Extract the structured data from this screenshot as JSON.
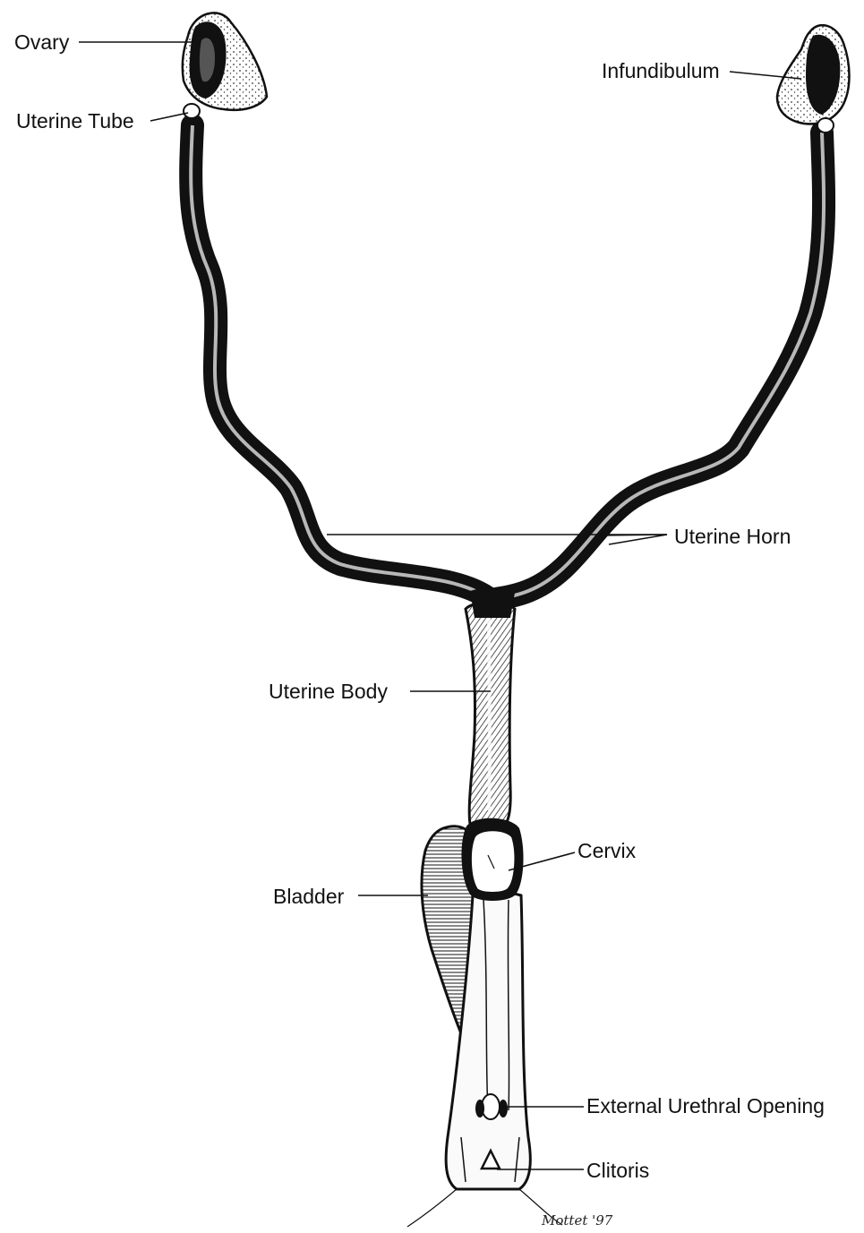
{
  "labels": {
    "ovary": "Ovary",
    "uterine_tube": "Uterine Tube",
    "infundibulum": "Infundibulum",
    "uterine_horn": "Uterine Horn",
    "uterine_body": "Uterine Body",
    "cervix": "Cervix",
    "bladder": "Bladder",
    "external_urethral_opening": "External Urethral Opening",
    "clitoris": "Clitoris"
  },
  "signature": "Mottet '97",
  "colors": {
    "ink": "#111111",
    "background": "#ffffff"
  }
}
